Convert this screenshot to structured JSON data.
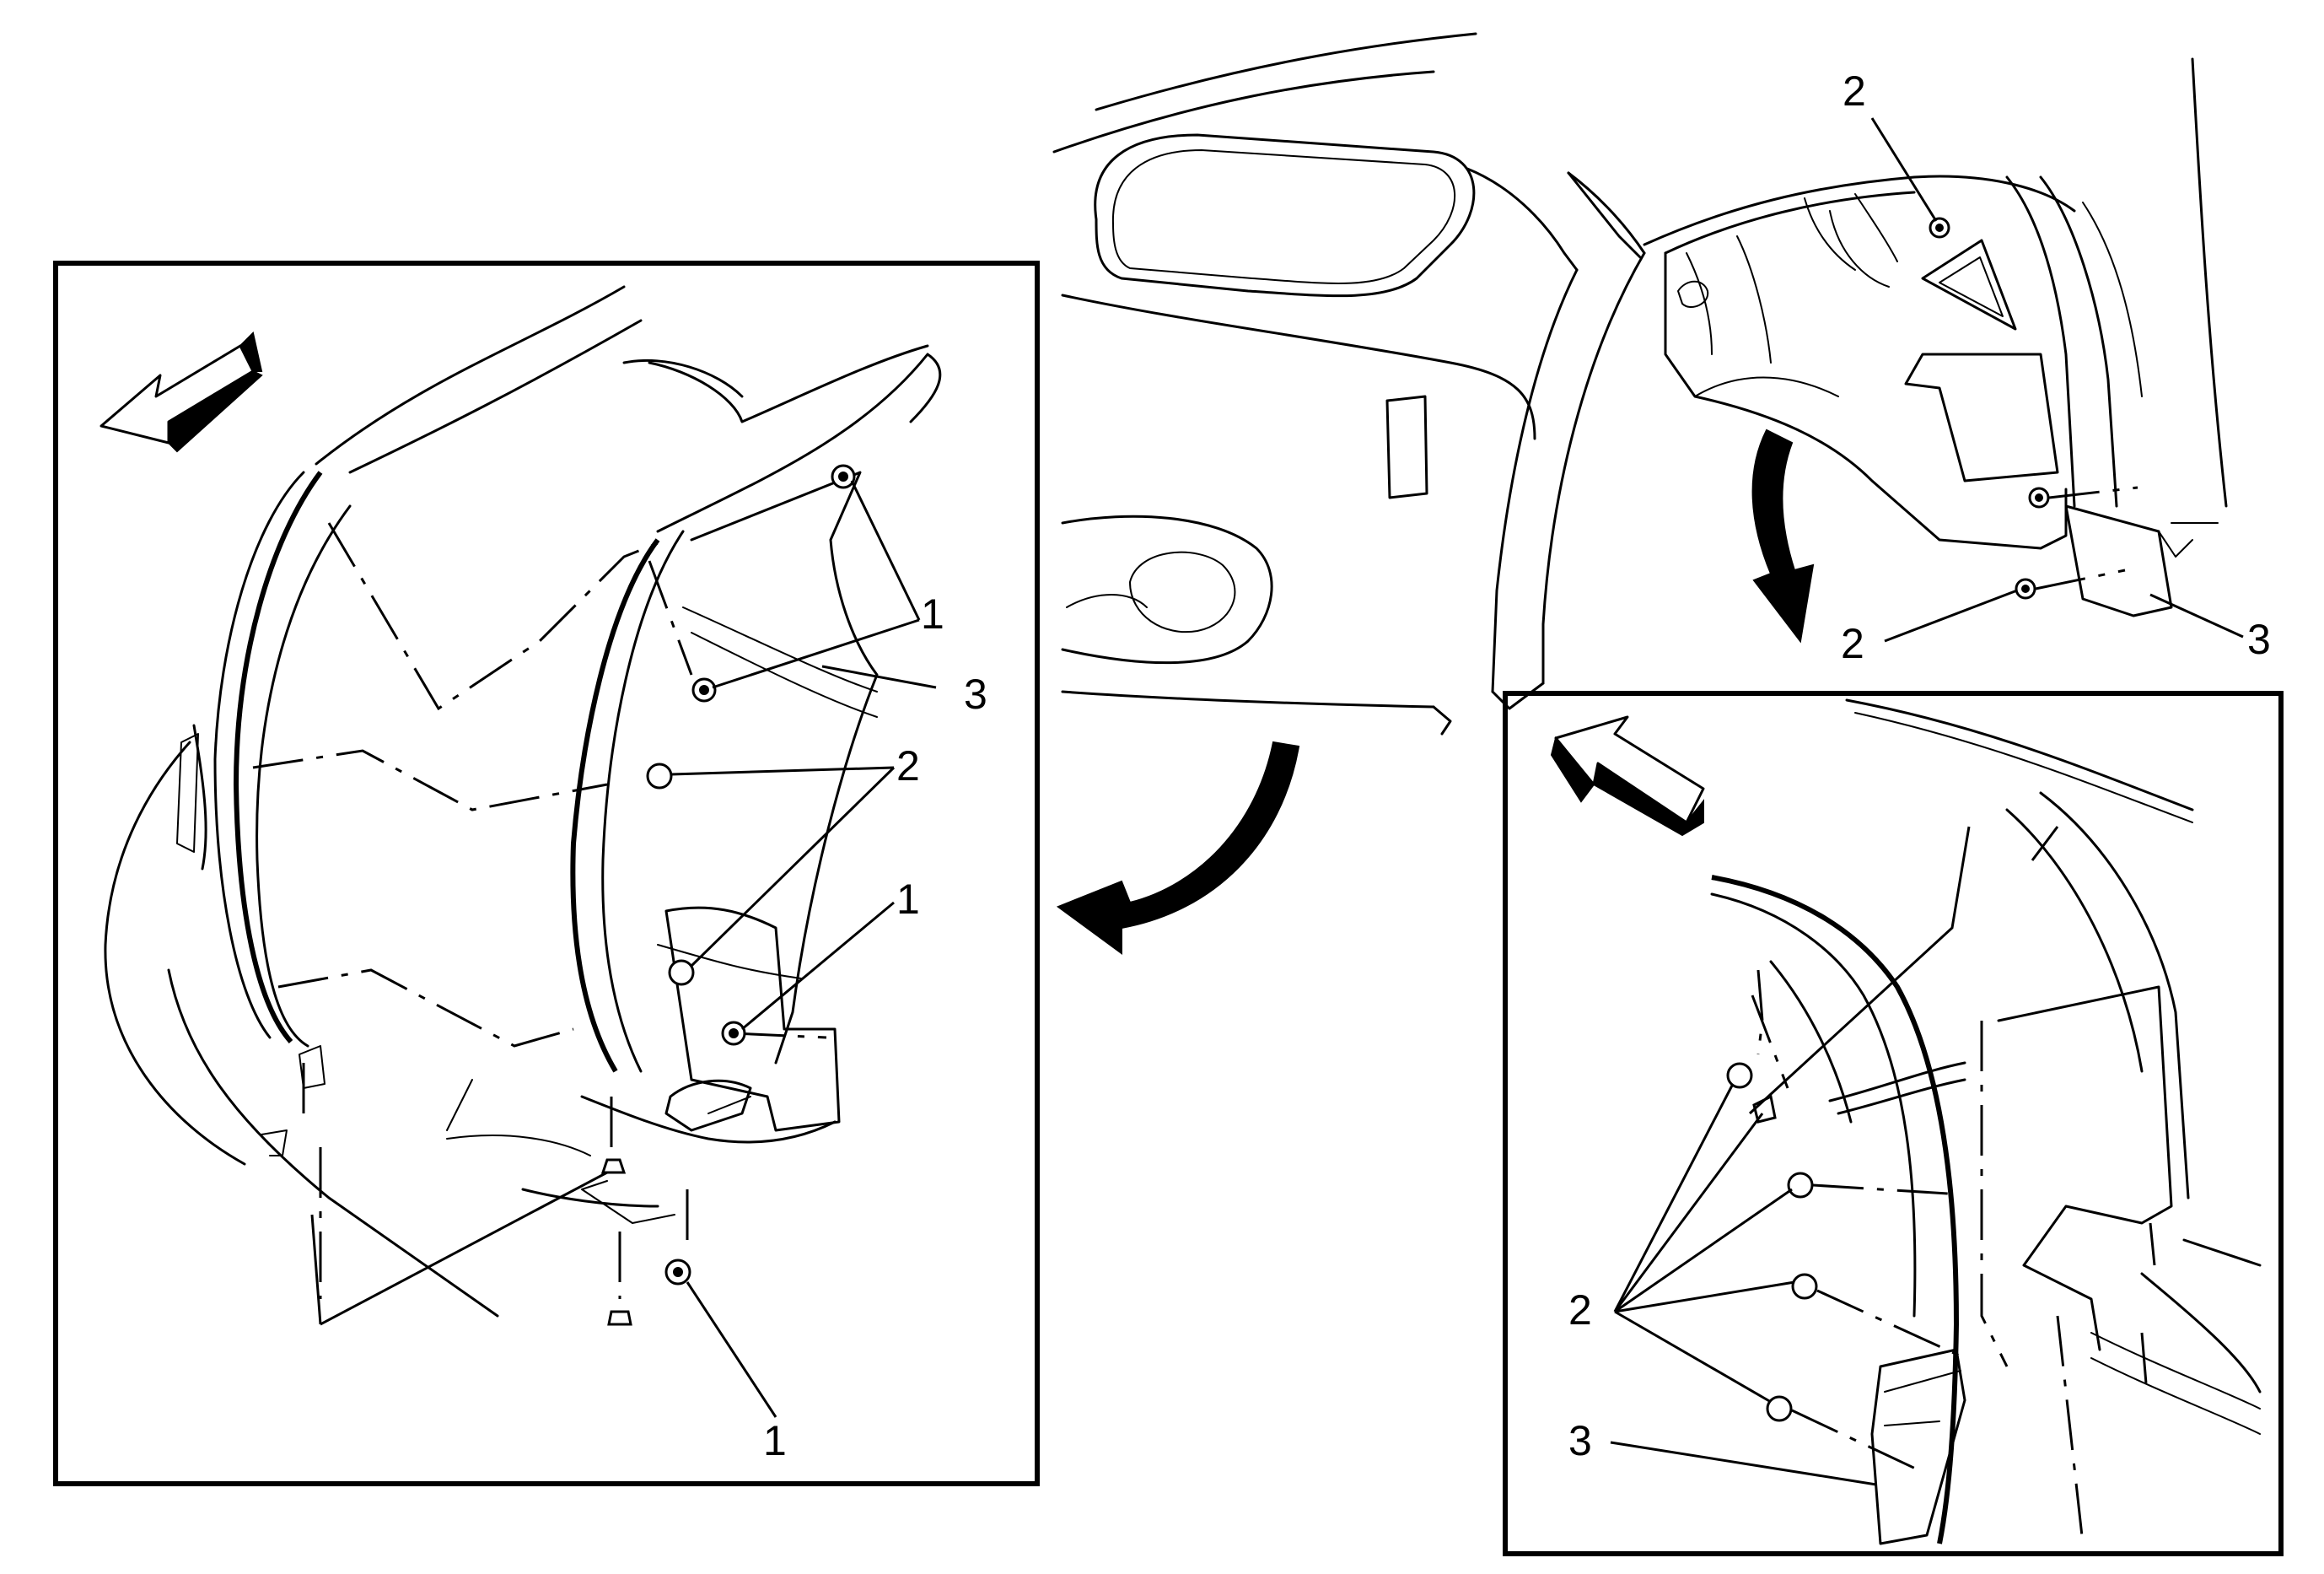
{
  "callouts": {
    "inset_left": {
      "label_1a": "1",
      "label_1b": "1",
      "label_1c": "1",
      "label_2": "2",
      "label_3": "3"
    },
    "main_view": {
      "label_2a": "2",
      "label_2b": "2",
      "label_3": "3"
    },
    "inset_right": {
      "label_2": "2",
      "label_3": "3"
    }
  }
}
